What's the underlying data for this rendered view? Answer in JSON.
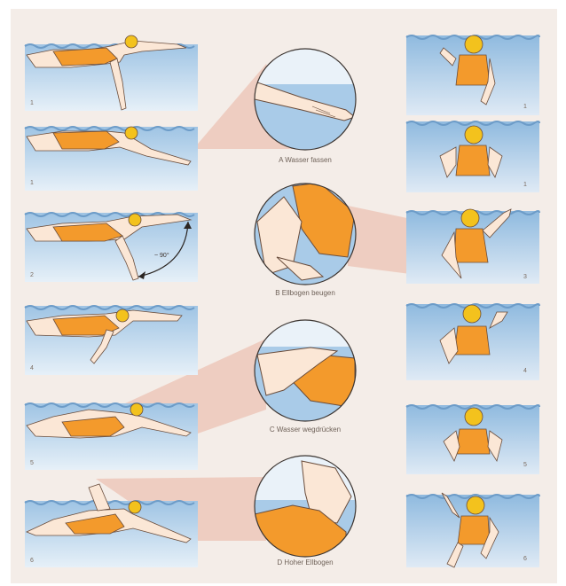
{
  "figure": {
    "background": "#f4ede8",
    "water_top": "#9fc4e4",
    "water_bottom": "#dcebf6",
    "suit_color": "#f39a2c",
    "cap_color": "#f3c21d",
    "skin_color": "#fbe7d6",
    "connector_color": "#e9b2a1"
  },
  "side_panels": [
    {
      "label": "1"
    },
    {
      "label": "1"
    },
    {
      "label": "2"
    },
    {
      "label": "4"
    },
    {
      "label": "5"
    },
    {
      "label": "6"
    }
  ],
  "front_panels": [
    {
      "label": "1"
    },
    {
      "label": "1"
    },
    {
      "label": "3"
    },
    {
      "label": "4"
    },
    {
      "label": "5"
    },
    {
      "label": "6"
    }
  ],
  "details": [
    {
      "caption": "A Wasser fassen"
    },
    {
      "caption": "B Ellbogen beugen"
    },
    {
      "caption": "C Wasser wegdrücken"
    },
    {
      "caption": "D Hoher Ellbogen"
    }
  ],
  "angle_annotation": "~ 90°"
}
